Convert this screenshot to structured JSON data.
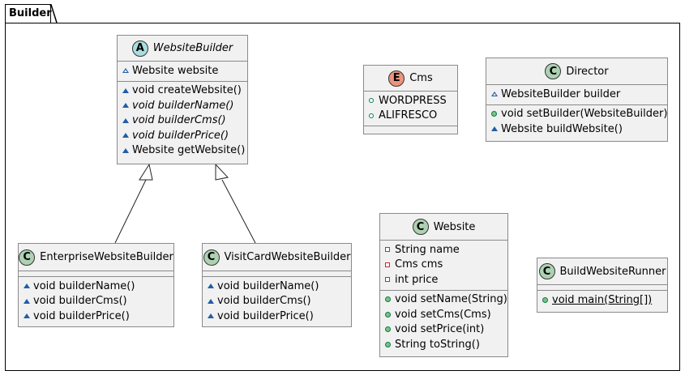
{
  "package": {
    "name": "Builder"
  },
  "classes": {
    "website_builder": {
      "stereotype_letter": "A",
      "name": "WebsiteBuilder",
      "fields": [
        {
          "visibility": "package",
          "text": "Website website"
        }
      ],
      "methods": [
        {
          "visibility": "package",
          "text": "void createWebsite()",
          "abstract": false
        },
        {
          "visibility": "package",
          "text": "void builderName()",
          "abstract": true
        },
        {
          "visibility": "package",
          "text": "void builderCms()",
          "abstract": true
        },
        {
          "visibility": "package",
          "text": "void builderPrice()",
          "abstract": true
        },
        {
          "visibility": "package",
          "text": "Website getWebsite()",
          "abstract": false
        }
      ]
    },
    "cms": {
      "stereotype_letter": "E",
      "name": "Cms",
      "values": [
        {
          "visibility": "public",
          "text": "WORDPRESS"
        },
        {
          "visibility": "public",
          "text": "ALIFRESCO"
        }
      ]
    },
    "director": {
      "stereotype_letter": "C",
      "name": "Director",
      "fields": [
        {
          "visibility": "package",
          "text": "WebsiteBuilder builder"
        }
      ],
      "methods": [
        {
          "visibility": "public",
          "text": "void setBuilder(WebsiteBuilder)"
        },
        {
          "visibility": "package",
          "text": "Website buildWebsite()"
        }
      ]
    },
    "enterprise_website_builder": {
      "stereotype_letter": "C",
      "name": "EnterpriseWebsiteBuilder",
      "methods": [
        {
          "visibility": "package",
          "text": "void builderName()"
        },
        {
          "visibility": "package",
          "text": "void builderCms()"
        },
        {
          "visibility": "package",
          "text": "void builderPrice()"
        }
      ]
    },
    "visit_card_website_builder": {
      "stereotype_letter": "C",
      "name": "VisitCardWebsiteBuilder",
      "methods": [
        {
          "visibility": "package",
          "text": "void builderName()"
        },
        {
          "visibility": "package",
          "text": "void builderCms()"
        },
        {
          "visibility": "package",
          "text": "void builderPrice()"
        }
      ]
    },
    "website": {
      "stereotype_letter": "C",
      "name": "Website",
      "fields": [
        {
          "visibility": "private",
          "text": "String name"
        },
        {
          "visibility": "private",
          "text": "Cms cms"
        },
        {
          "visibility": "private",
          "text": "int price"
        }
      ],
      "methods": [
        {
          "visibility": "public",
          "text": "void setName(String)"
        },
        {
          "visibility": "public",
          "text": "void setCms(Cms)"
        },
        {
          "visibility": "public",
          "text": "void setPrice(int)"
        },
        {
          "visibility": "public",
          "text": "String toString()"
        }
      ]
    },
    "build_website_runner": {
      "stereotype_letter": "C",
      "name": "BuildWebsiteRunner",
      "methods": [
        {
          "visibility": "public",
          "text": "void main(String[])",
          "static": true
        }
      ]
    }
  },
  "relations": [
    {
      "type": "inheritance",
      "from": "EnterpriseWebsiteBuilder",
      "to": "WebsiteBuilder"
    },
    {
      "type": "inheritance",
      "from": "VisitCardWebsiteBuilder",
      "to": "WebsiteBuilder"
    }
  ],
  "colors": {
    "class_fill": "#f1f1f1",
    "class_border": "#8a8a8a",
    "class_circle": "#add1b2",
    "abstract_circle": "#a9dcdf",
    "enum_circle": "#eb937f",
    "package_visibility": "#1f5ea8",
    "public_visibility": "#038048",
    "private_visibility": "#c82930"
  }
}
